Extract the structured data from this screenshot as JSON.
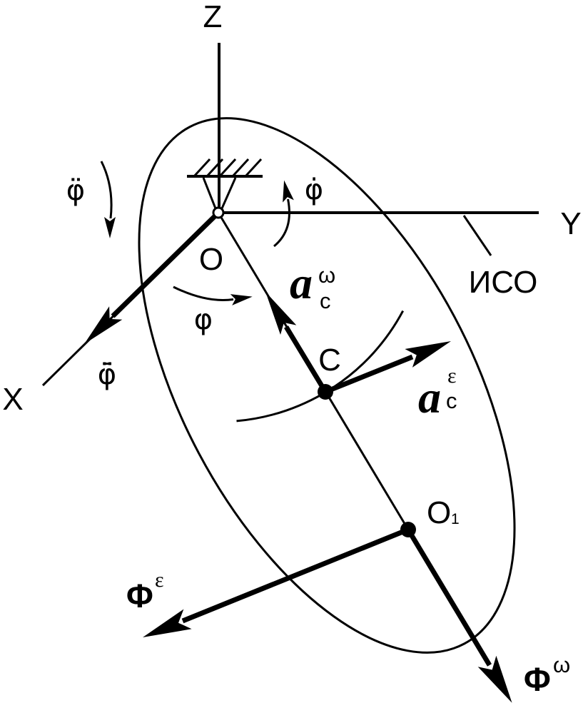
{
  "axes": {
    "z": "Z",
    "y": "Y",
    "x": "X"
  },
  "points": {
    "o": "O",
    "c": "C",
    "o1": {
      "base": "O",
      "sub": "1"
    }
  },
  "frame_label": "ИСО",
  "angles": {
    "phi": "φ",
    "phi_dot": "φ̇",
    "phi_ddot": "φ̈",
    "phi_ddot_vector": "φ̈̄"
  },
  "vectors": {
    "a_c_omega": {
      "base": "a",
      "sub": "c",
      "sup": "ω"
    },
    "a_c_epsilon": {
      "base": "a",
      "sub": "c",
      "sup": "ε"
    },
    "inertia_epsilon": {
      "base": "Φ",
      "sup": "ε"
    },
    "inertia_omega": {
      "base": "Φ",
      "sup": "ω"
    }
  }
}
